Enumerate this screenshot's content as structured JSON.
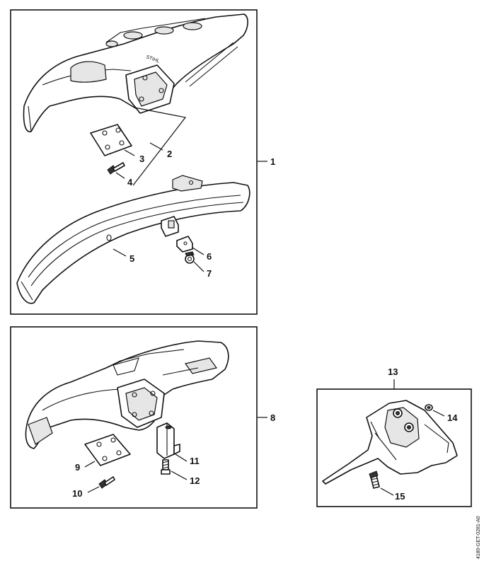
{
  "callouts": {
    "c1": "1",
    "c2": "2",
    "c3": "3",
    "c4": "4",
    "c5": "5",
    "c6": "6",
    "c7": "7",
    "c8": "8",
    "c9": "9",
    "c10": "10",
    "c11": "11",
    "c12": "12",
    "c13": "13",
    "c14": "14",
    "c15": "15"
  },
  "drawing_code": "4180-GET-0281-A0",
  "brand_mark": "STIHL"
}
